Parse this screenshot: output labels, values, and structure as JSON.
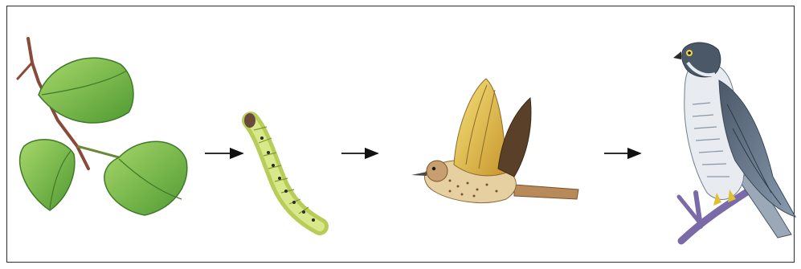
{
  "diagram": {
    "type": "food-chain",
    "organisms": [
      {
        "id": "leaves",
        "icon": "birch-leaves-icon"
      },
      {
        "id": "caterpillar",
        "icon": "caterpillar-icon"
      },
      {
        "id": "songbird",
        "icon": "songbird-icon"
      },
      {
        "id": "hawk",
        "icon": "hawk-icon"
      }
    ],
    "arrows": [
      {
        "from": "leaves",
        "to": "caterpillar",
        "icon": "arrow-right-icon"
      },
      {
        "from": "caterpillar",
        "to": "songbird",
        "icon": "arrow-right-icon"
      },
      {
        "from": "songbird",
        "to": "hawk",
        "icon": "arrow-right-icon"
      }
    ],
    "colors": {
      "border": "#2b2b2b",
      "leaf": "#7fc24a",
      "leaf_dark": "#3f8a2a",
      "branch": "#8a4a3a",
      "caterpillar": "#c8dc6a",
      "bird_yellow": "#f0d24a",
      "bird_brown": "#6b4a2a",
      "hawk_grey": "#6f7f8f",
      "hawk_light": "#e8ecf0",
      "perch": "#7a6aa8"
    }
  }
}
